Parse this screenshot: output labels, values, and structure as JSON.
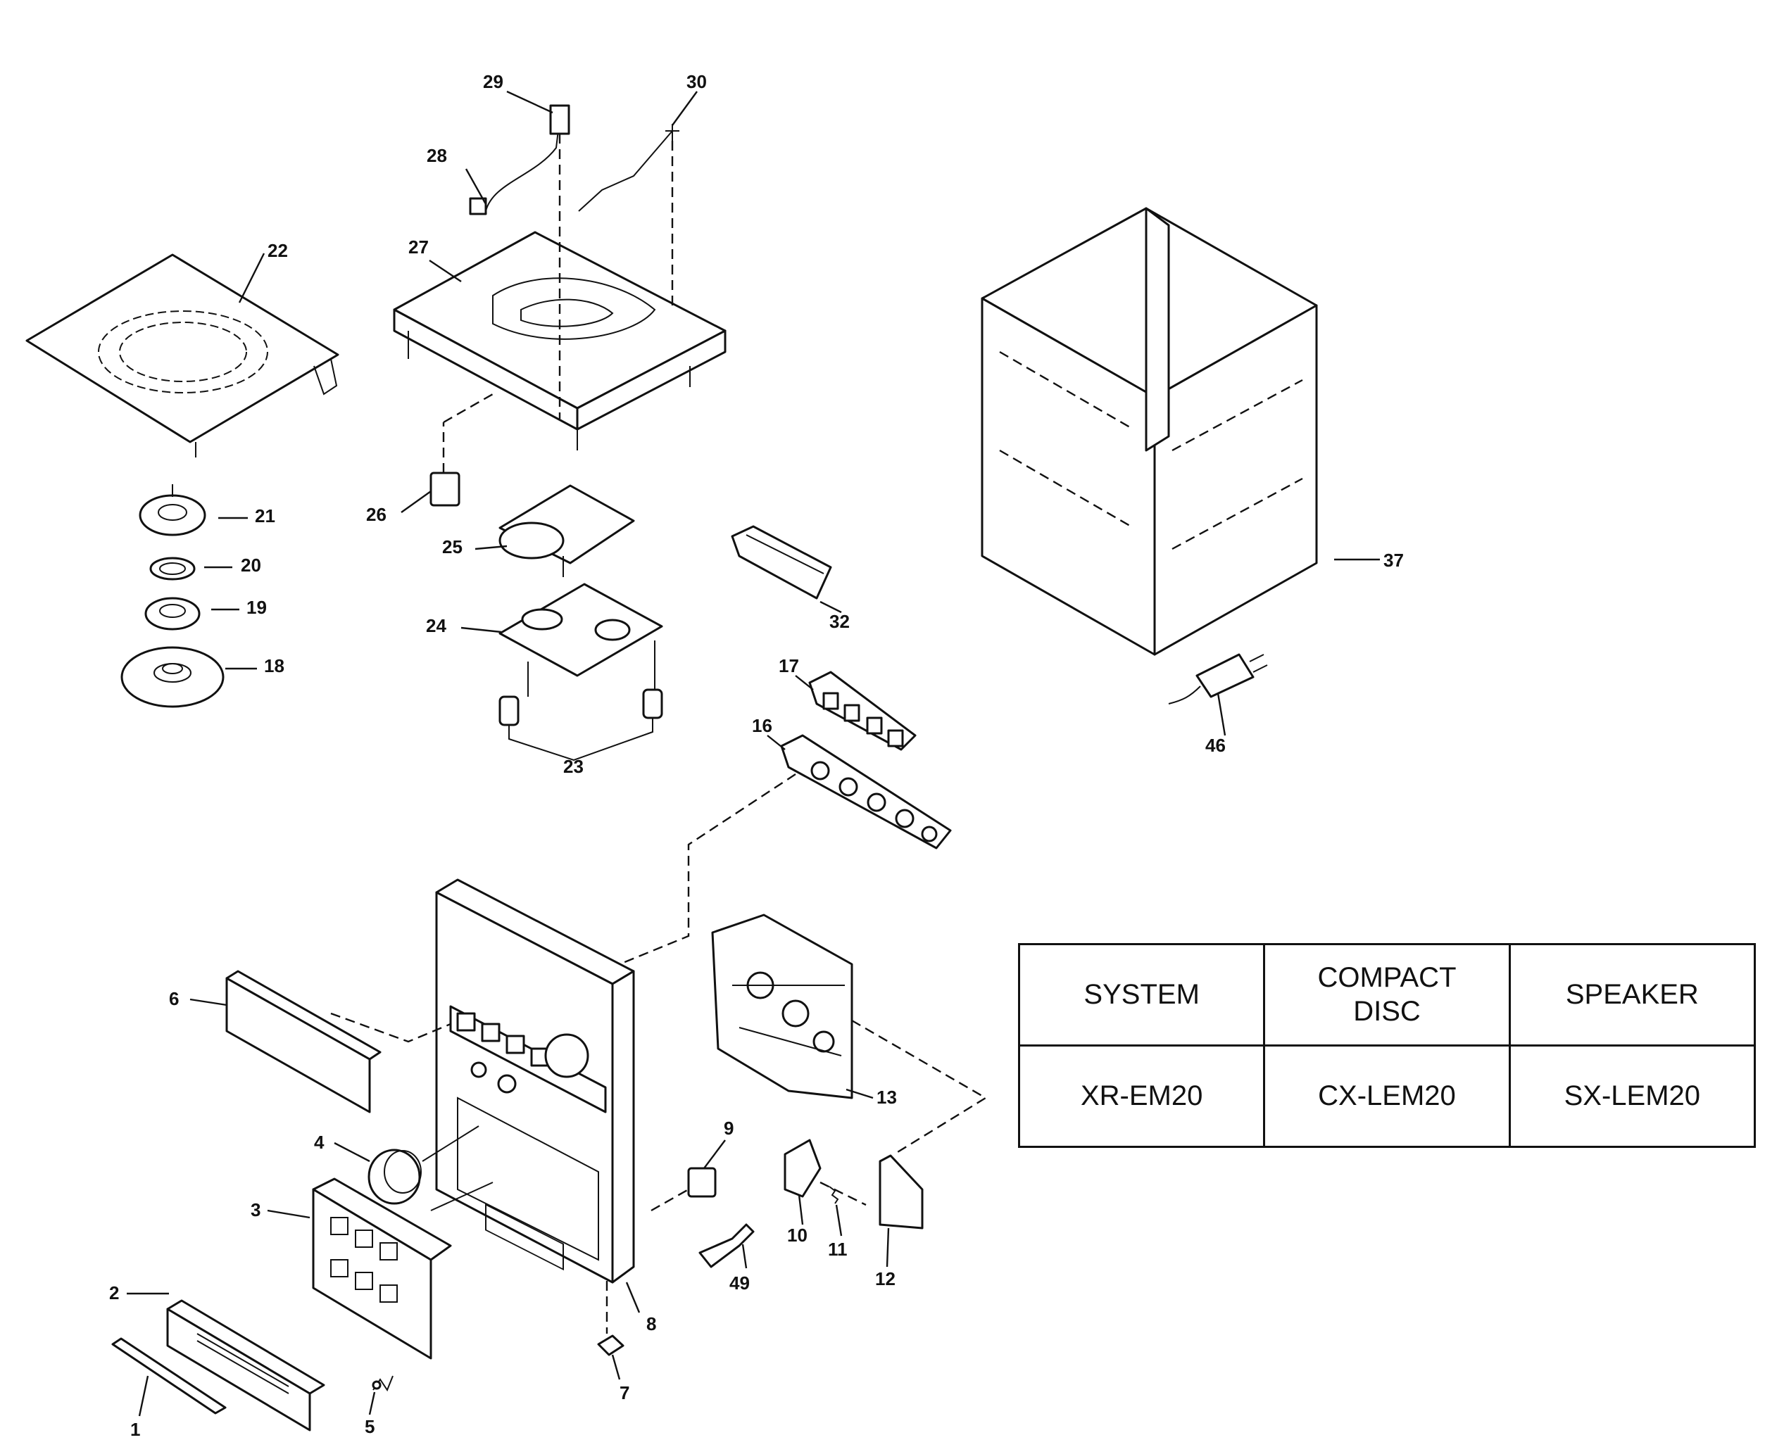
{
  "callouts": {
    "p1": "1",
    "p2": "2",
    "p3": "3",
    "p4": "4",
    "p5": "5",
    "p6": "6",
    "p7": "7",
    "p8": "8",
    "p9": "9",
    "p10": "10",
    "p11": "11",
    "p12": "12",
    "p13": "13",
    "p16": "16",
    "p17": "17",
    "p18": "18",
    "p19": "19",
    "p20": "20",
    "p21": "21",
    "p22": "22",
    "p23": "23",
    "p24": "24",
    "p25": "25",
    "p26": "26",
    "p27": "27",
    "p28": "28",
    "p29": "29",
    "p30": "30",
    "p32": "32",
    "p37": "37",
    "p46": "46",
    "p49": "49"
  },
  "model_table": {
    "headers": {
      "system": "SYSTEM",
      "compact_disc": "COMPACT\nDISC",
      "speaker": "SPEAKER"
    },
    "models": {
      "system": "XR-EM20",
      "compact_disc": "CX-LEM20",
      "speaker": "SX-LEM20"
    }
  }
}
